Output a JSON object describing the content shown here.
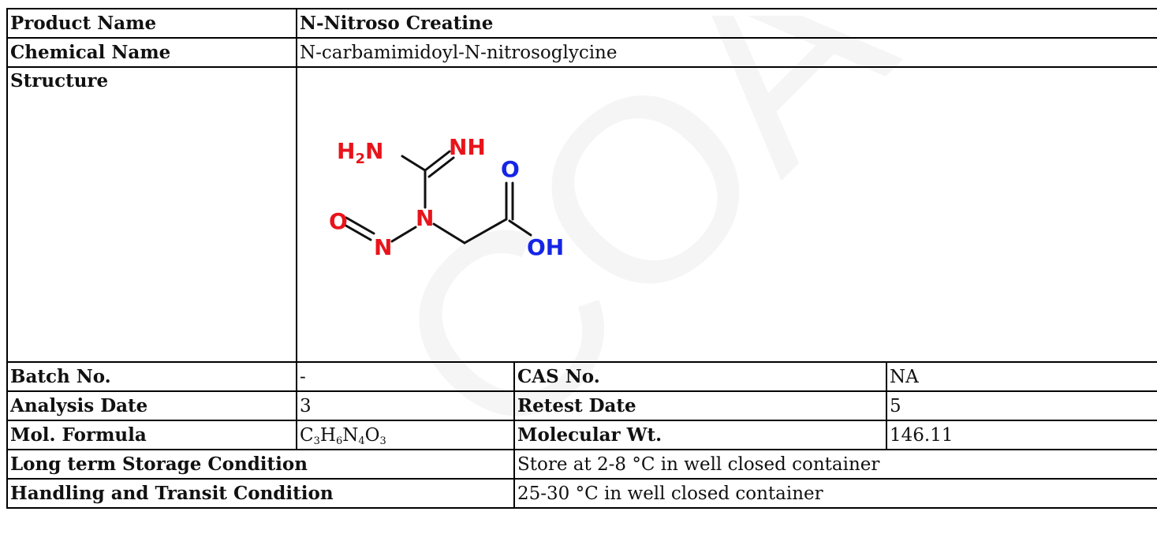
{
  "watermark": "COA",
  "rows": {
    "product_name": {
      "label": "Product Name",
      "value": "N-Nitroso Creatine"
    },
    "chemical_name": {
      "label": "Chemical Name",
      "value": "N-carbamimidoyl-N-nitrosoglycine"
    },
    "structure": {
      "label": "Structure"
    },
    "batch": {
      "label": "Batch No.",
      "value": "-",
      "label2": "CAS No.",
      "value2": "NA"
    },
    "analysis": {
      "label": "Analysis Date",
      "value": "3",
      "label2": "Retest Date",
      "value2": "5"
    },
    "formula": {
      "label": "Mol. Formula",
      "parts": [
        {
          "el": "C",
          "n": "3"
        },
        {
          "el": "H",
          "n": "6"
        },
        {
          "el": "N",
          "n": "4"
        },
        {
          "el": "O",
          "n": "3"
        }
      ],
      "label2": "Molecular Wt.",
      "value2": "146.11"
    },
    "storage": {
      "label": "Long term Storage Condition",
      "value": "Store at 2-8 °C in well closed container"
    },
    "handling": {
      "label": "Handling and Transit Condition",
      "value": "25-30 °C in well closed container"
    }
  },
  "molecule": {
    "atoms": {
      "h2n_main": "H",
      "h2n_sub": "2",
      "h2n_n": "N",
      "nh": "NH",
      "o_top": "O",
      "o_left": "O",
      "n_nitroso": "N",
      "n_center": "N",
      "oh": "OH"
    },
    "colors": {
      "red": "#e8141b",
      "blue": "#1625e6",
      "bond": "#111111"
    }
  }
}
